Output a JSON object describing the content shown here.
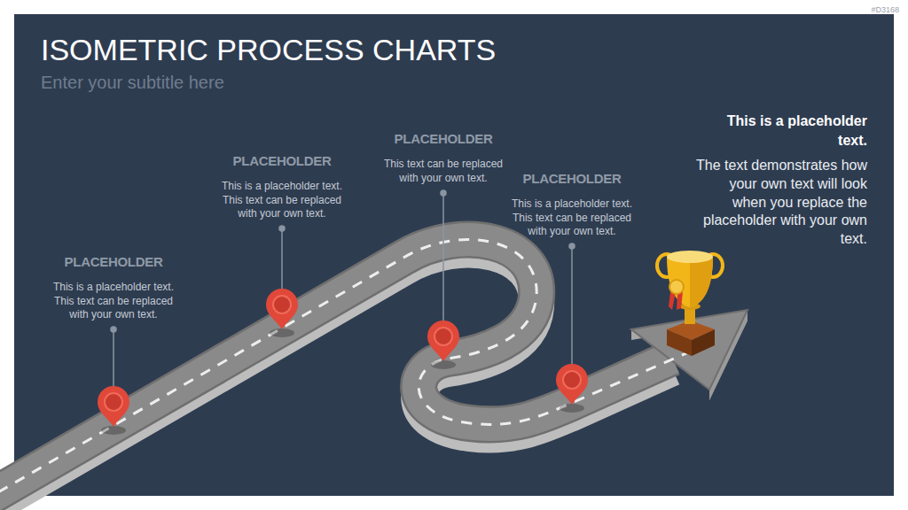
{
  "diagram": {
    "title": "ISOMETRIC PROCESS CHARTS",
    "labels": [
      "Enter your subtitle here",
      "PLACEHOLDER",
      "This is a placeholder text. This text can be replaced with your own text.",
      "PLACEHOLDER",
      "This is a placeholder text. This text can be replaced with your own text.",
      "PLACEHOLDER",
      "This text can be replaced with your own text.",
      "PLACEHOLDER",
      "This is a placeholder text. This text can be replaced with your own text.",
      "This is a placeholder text.",
      "The text demonstrates how your own text will look when you replace the placeholder with your own text.",
      "#D3168"
    ]
  }
}
